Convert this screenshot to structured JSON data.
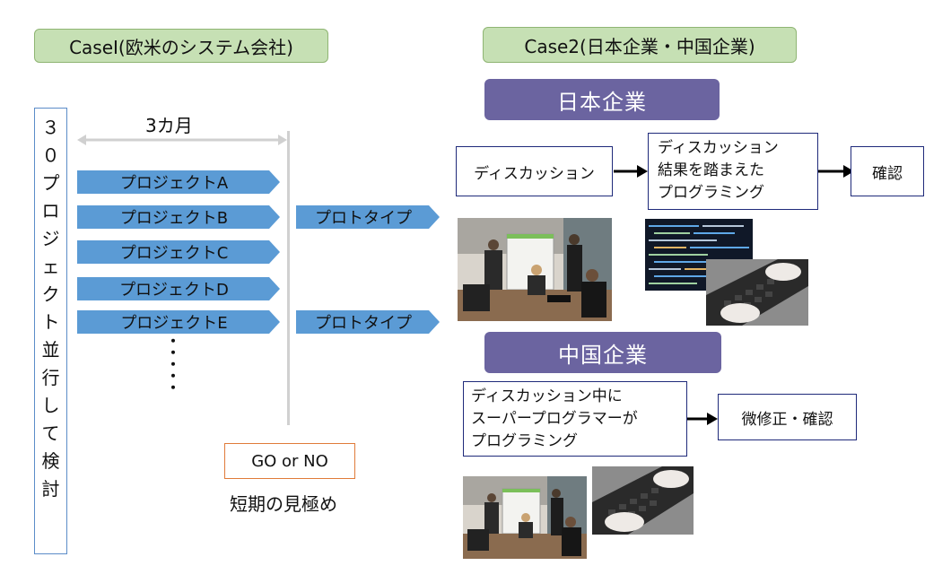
{
  "case1": {
    "label": "CaseⅠ(欧米のシステム会社)",
    "vertical_chars": [
      "３",
      "０",
      "プ",
      "ロ",
      "ジ",
      "ェ",
      "ク",
      "ト",
      "並",
      "行",
      "し",
      "て",
      "検",
      "討"
    ],
    "duration_label": "3カ月",
    "projects": [
      "プロジェクトA",
      "プロジェクトB",
      "プロジェクトC",
      "プロジェクトD",
      "プロジェクトE"
    ],
    "ellipsis": [
      "・",
      "・",
      "・",
      "・",
      "・"
    ],
    "prototypes": [
      "プロトタイプ",
      "プロトタイプ"
    ],
    "decision_label": "GO or NO",
    "decision_caption": "短期の見極め"
  },
  "case2": {
    "label": "Case2(日本企業・中国企業)",
    "japan": {
      "header": "日本企業",
      "step1": "ディスカッション",
      "step2": [
        "ディスカッション",
        "結果を踏まえた",
        "プログラミング"
      ],
      "step3": "確認"
    },
    "china": {
      "header": "中国企業",
      "step1": [
        "ディスカッション中に",
        "スーパープログラマーが",
        "プログラミング"
      ],
      "step2": "微修正・確認"
    }
  },
  "colors": {
    "green_fill": "#c6e0b4",
    "purple": "#6b64a0",
    "blue_arrow": "#5b9bd5",
    "navy_border": "#1f2a7a",
    "orange_border": "#e07b39"
  },
  "icons": [
    "meeting-photo",
    "code-screen-photo",
    "keyboard-typing-photo"
  ]
}
